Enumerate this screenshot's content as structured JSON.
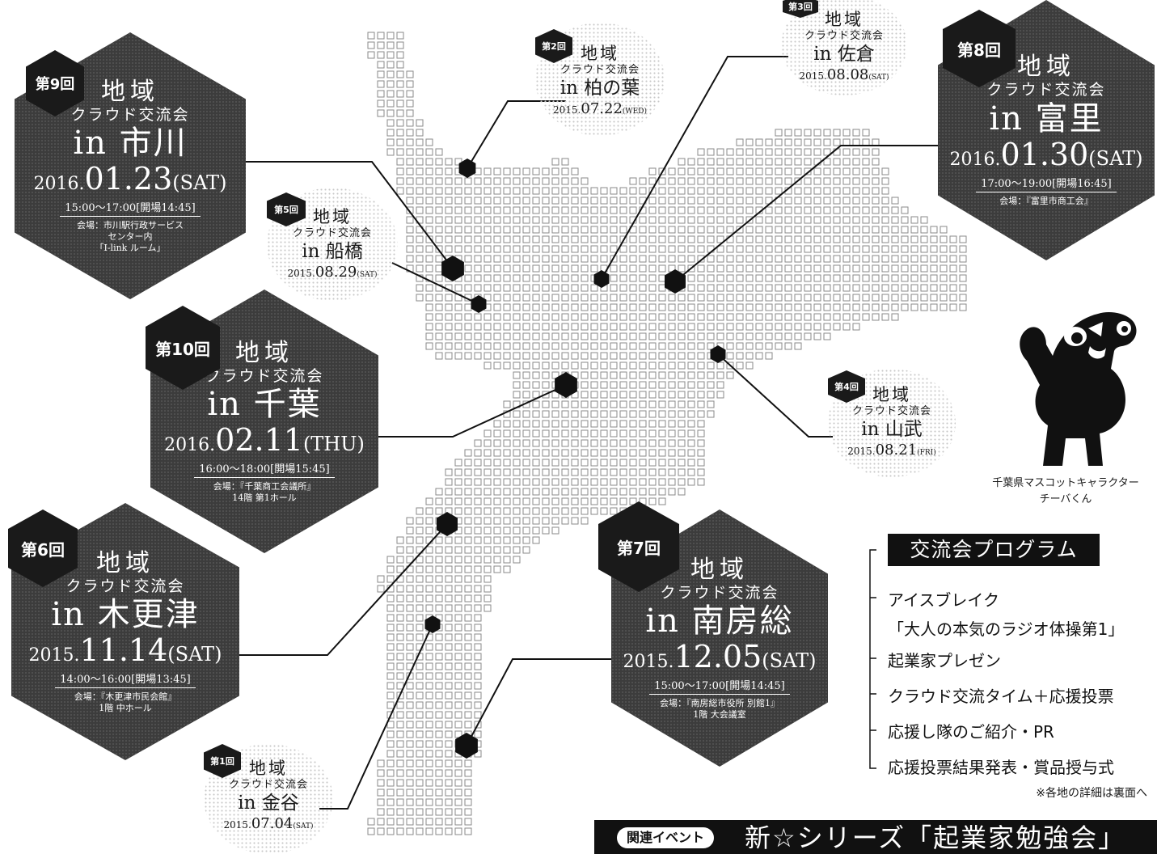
{
  "events": [
    {
      "key": "e9",
      "size": "large",
      "badge": "第9回",
      "t1": "地域",
      "t2": "クラウド交流会",
      "t3": "in 市川",
      "date_year": "2016.",
      "date_md": "01.23",
      "date_dow": "(SAT)",
      "time": "15:00～17:00[開場14:45]",
      "venue": [
        "会場：市川駅行政サービス",
        "センター内",
        "「I-link ルーム」"
      ]
    },
    {
      "key": "e8",
      "size": "large",
      "badge": "第8回",
      "t1": "地域",
      "t2": "クラウド交流会",
      "t3": "in 富里",
      "date_year": "2016.",
      "date_md": "01.30",
      "date_dow": "(SAT)",
      "time": "17:00～19:00[開場16:45]",
      "venue": [
        "会場：『富里市商工会』"
      ]
    },
    {
      "key": "e10",
      "size": "large",
      "badge": "第10回",
      "t1": "地域",
      "t2": "クラウド交流会",
      "t3": "in 千葉",
      "date_year": "2016.",
      "date_md": "02.11",
      "date_dow": "(THU)",
      "time": "16:00～18:00[開場15:45]",
      "venue": [
        "会場：『千葉商工会議所』",
        "14階 第1ホール"
      ]
    },
    {
      "key": "e6",
      "size": "large",
      "badge": "第6回",
      "t1": "地域",
      "t2": "クラウド交流会",
      "t3": "in 木更津",
      "date_year": "2015.",
      "date_md": "11.14",
      "date_dow": "(SAT)",
      "time": "14:00～16:00[開場13:45]",
      "venue": [
        "会場：『木更津市民会館』",
        "1階 中ホール"
      ]
    },
    {
      "key": "e7",
      "size": "large",
      "badge": "第7回",
      "t1": "地域",
      "t2": "クラウド交流会",
      "t3": "in 南房総",
      "date_year": "2015.",
      "date_md": "12.05",
      "date_dow": "(SAT)",
      "time": "15:00～17:00[開場14:45]",
      "venue": [
        "会場：『南房総市役所 別館1』",
        "1階 大会議室"
      ]
    },
    {
      "key": "e2",
      "size": "small",
      "badge": "第2回",
      "t1": "地域",
      "t2": "クラウド交流会",
      "t3": "in 柏の葉",
      "date_year": "2015.",
      "date_md": "07.22",
      "date_dow": "(WED)"
    },
    {
      "key": "e3",
      "size": "small",
      "badge": "第3回",
      "t1": "地域",
      "t2": "クラウド交流会",
      "t3": "in 佐倉",
      "date_year": "2015.",
      "date_md": "08.08",
      "date_dow": "(SAT)"
    },
    {
      "key": "e5",
      "size": "small",
      "badge": "第5回",
      "t1": "地域",
      "t2": "クラウド交流会",
      "t3": "in 船橋",
      "date_year": "2015.",
      "date_md": "08.29",
      "date_dow": "(SAT)"
    },
    {
      "key": "e4",
      "size": "small",
      "badge": "第4回",
      "t1": "地域",
      "t2": "クラウド交流会",
      "t3": "in 山武",
      "date_year": "2015.",
      "date_md": "08.21",
      "date_dow": "(FRI)"
    },
    {
      "key": "e1",
      "size": "small",
      "badge": "第1回",
      "t1": "地域",
      "t2": "クラウド交流会",
      "t3": "in 金谷",
      "date_year": "2015.",
      "date_md": "07.04",
      "date_dow": "(SAT)"
    }
  ],
  "mascot": {
    "caption_line1": "千葉県マスコットキャラクター",
    "caption_line2": "チーバくん"
  },
  "program": {
    "title": "交流会プログラム",
    "items": [
      "アイスブレイク",
      "「大人の本気のラジオ体操第1」",
      "起業家プレゼン",
      "クラウド交流タイム＋応援投票",
      "応援し隊のご紹介・PR",
      "応援投票結果発表・賞品授与式"
    ],
    "note": "※各地の詳細は裏面へ"
  },
  "related": {
    "tag": "関連イベント",
    "title": "新☆シリーズ「起業家勉強会」"
  },
  "colors": {
    "hex_fill": "#3c3c3c",
    "badge_fill": "#1a1a1a",
    "map_grid": "#8a8a8a",
    "ink": "#111111"
  }
}
